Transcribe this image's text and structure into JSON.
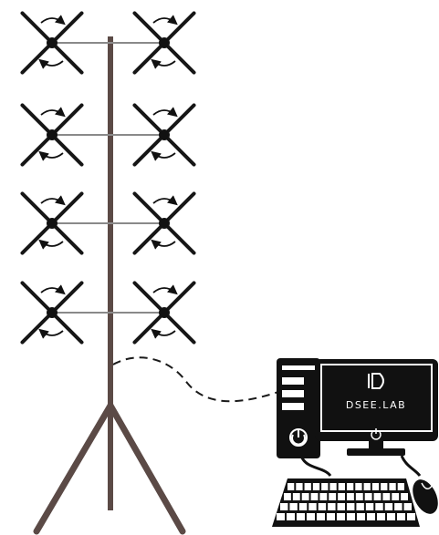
{
  "colors": {
    "pole": "#5b4a46",
    "fan_blade": "#161616",
    "hub": "#111111",
    "crossbar": "#8a8a8a",
    "cable": "#1a1a1a",
    "computer": "#111111",
    "screen_bg": "#111111",
    "background": "#ffffff"
  },
  "fan_array": {
    "rows": 4,
    "columns": 2,
    "rotation_indicator": "curved-arrows"
  },
  "computer": {
    "screen_logo_text": "DSEE.LAB",
    "power_icon": "power-icon",
    "peripherals": [
      "tower",
      "monitor",
      "keyboard",
      "mouse"
    ]
  },
  "connection": {
    "style": "dashed",
    "from": "pole",
    "to": "computer"
  }
}
